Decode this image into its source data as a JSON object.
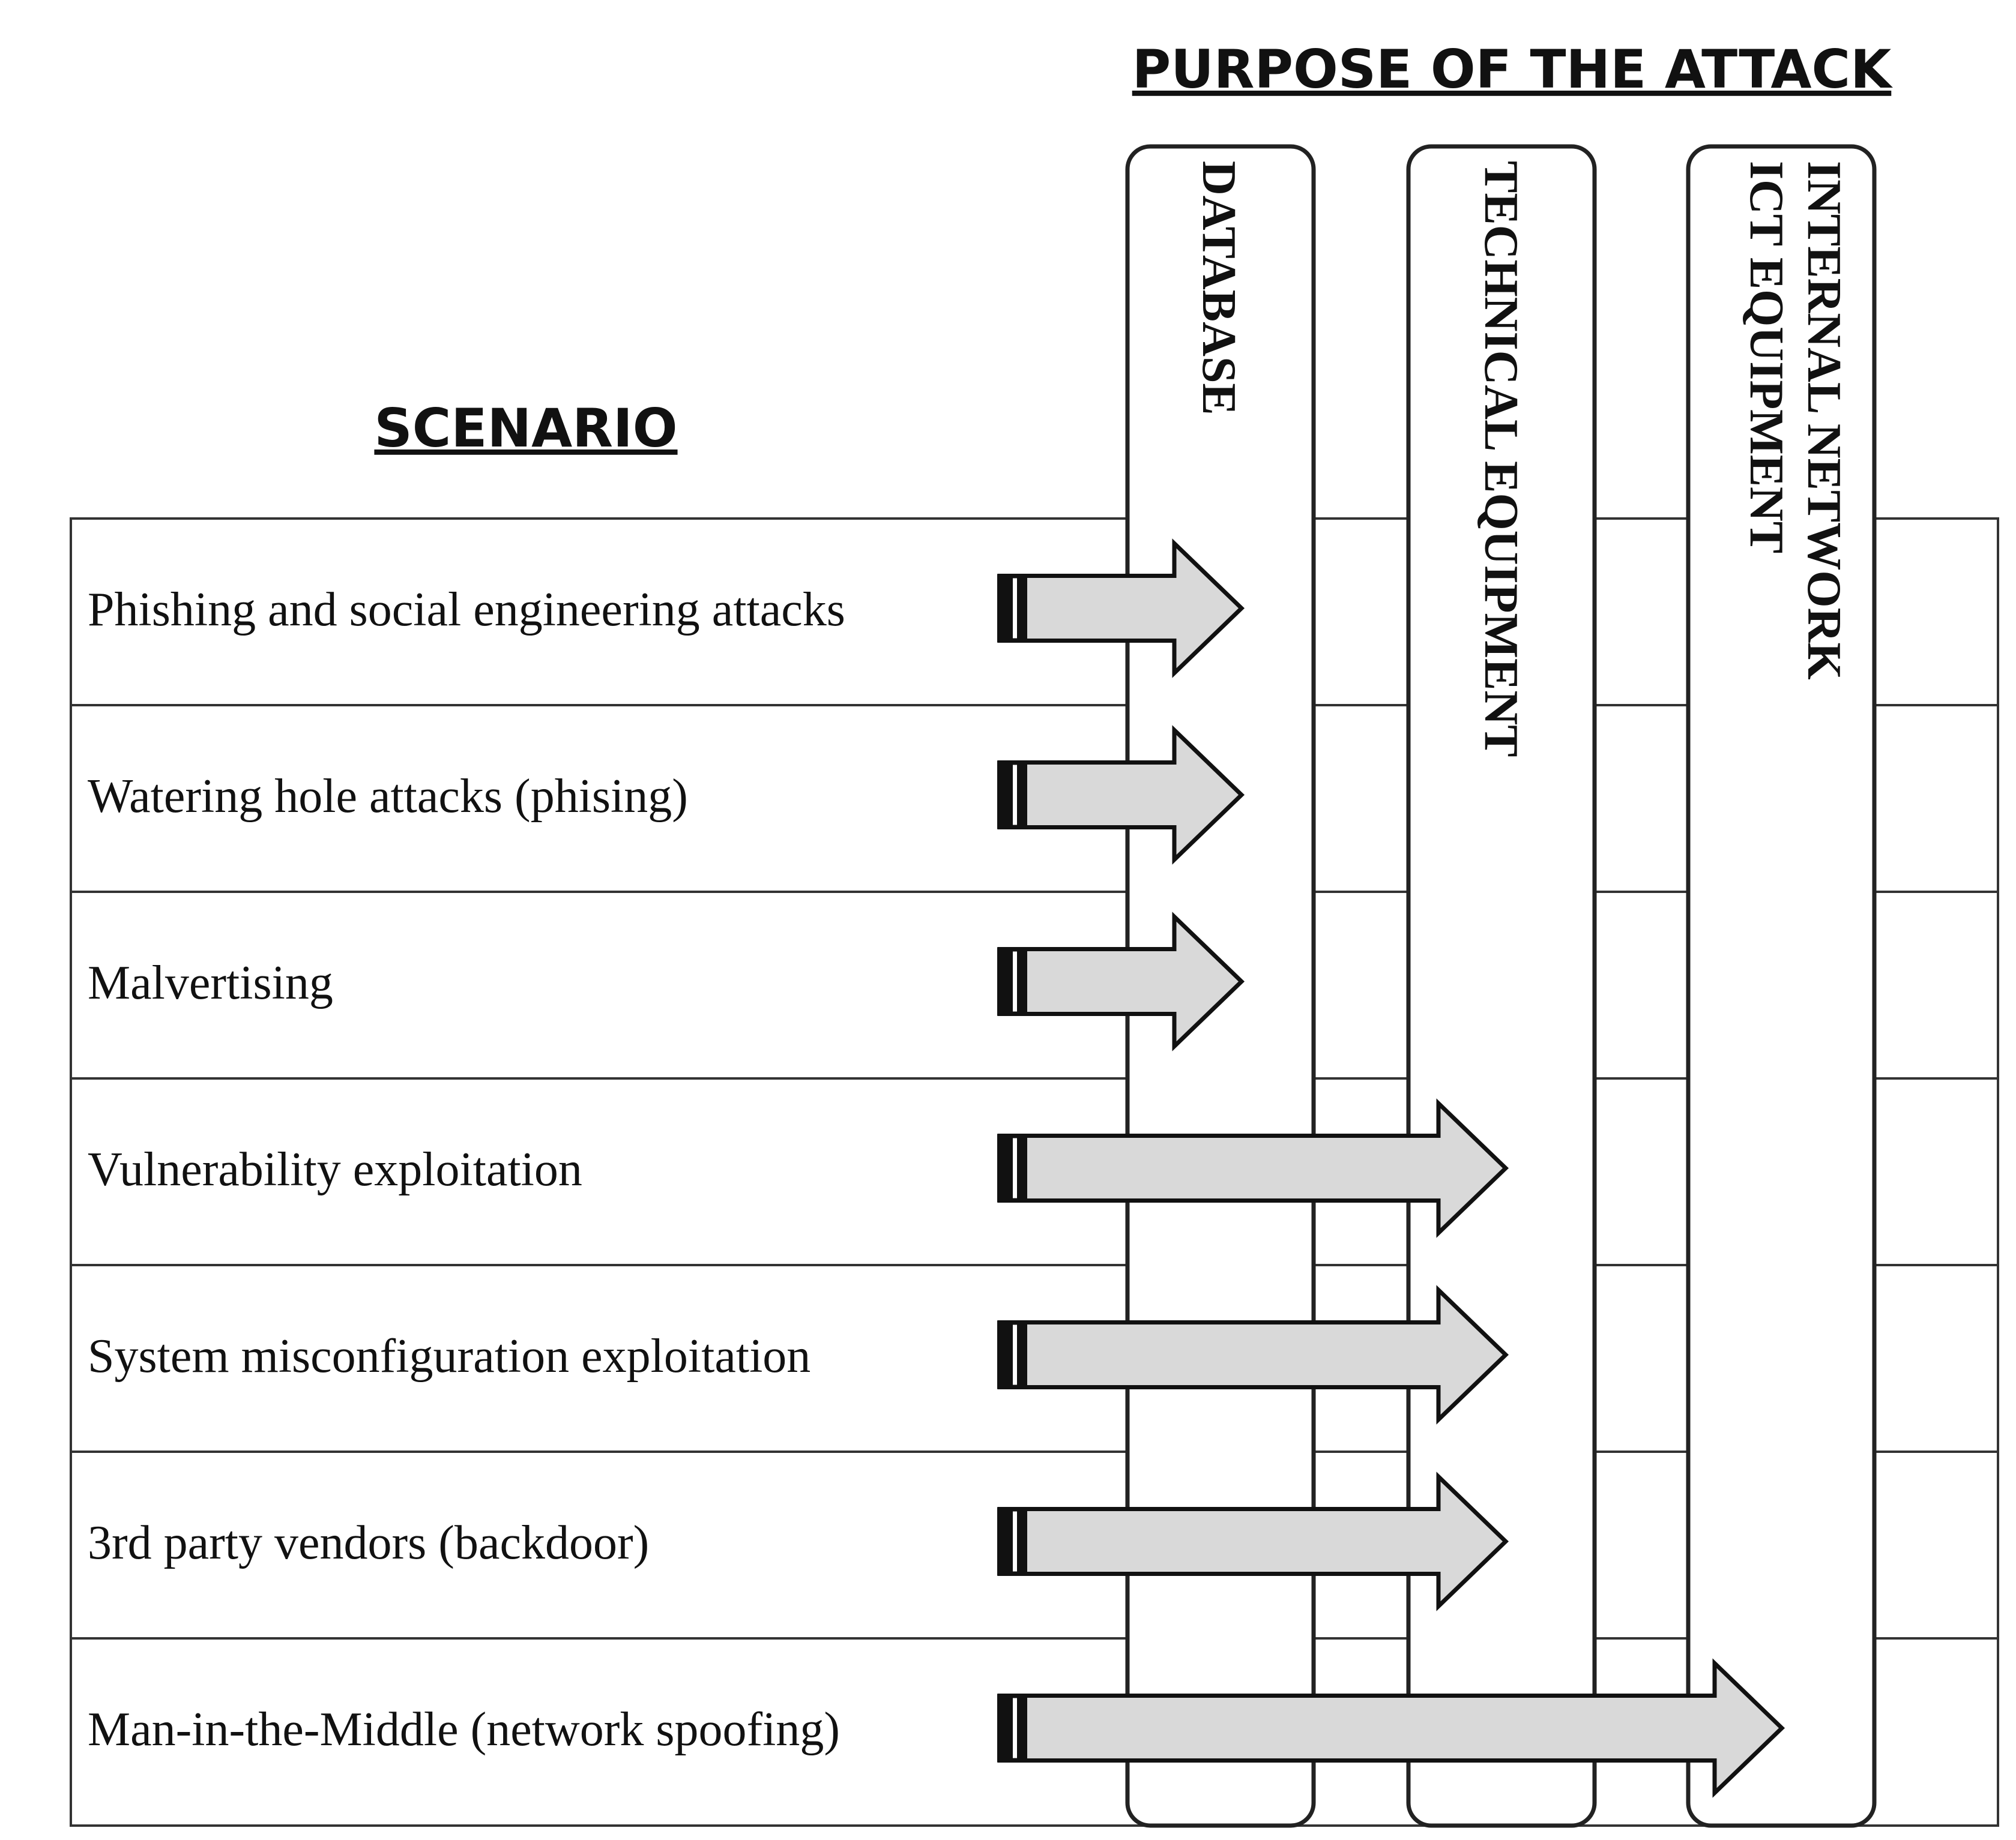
{
  "headings": {
    "purpose": "PURPOSE OF THE ATTACK",
    "scenario": "SCENARIO"
  },
  "columns": [
    {
      "lines": [
        "DATABASE"
      ]
    },
    {
      "lines": [
        "TECHNICAL EQUIPMENT"
      ]
    },
    {
      "lines": [
        "INTERNAL NETWORK",
        "ICT EQUIPMENT"
      ]
    }
  ],
  "rows": [
    {
      "scenario": "Phishing and social engineering attacks",
      "targets": "DATABASE"
    },
    {
      "scenario": "Watering hole attacks (phising)",
      "targets": "DATABASE"
    },
    {
      "scenario": "Malvertising",
      "targets": "DATABASE"
    },
    {
      "scenario": "Vulnerability exploitation",
      "targets": "TECHNICAL EQUIPMENT"
    },
    {
      "scenario": "System misconfiguration exploitation",
      "targets": "TECHNICAL EQUIPMENT"
    },
    {
      "scenario": "3rd party vendors (backdoor)",
      "targets": "TECHNICAL EQUIPMENT"
    },
    {
      "scenario": "Man-in-the-Middle (network spoofing)",
      "targets": "INTERNAL NETWORK ICT EQUIPMENT"
    }
  ],
  "colors": {
    "arrow_fill": "#d9d9d9",
    "arrow_outline": "#111111",
    "lines": "#333333"
  }
}
